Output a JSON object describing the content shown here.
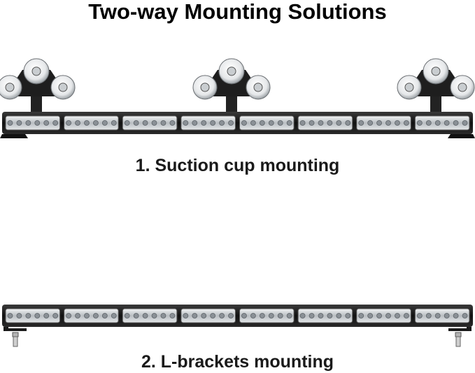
{
  "title": "Two-way Mounting Solutions",
  "sections": [
    {
      "caption": "1. Suction cup mounting",
      "mount": "suction-cup",
      "mounts_count": 3
    },
    {
      "caption": "2. L-brackets mounting",
      "mount": "l-bracket",
      "mounts_count": 2
    }
  ],
  "light_bar": {
    "modules_count": 8,
    "leds_per_module": 6,
    "housing_color": "#1c1c1c",
    "lens_color": "#d9dde0"
  }
}
